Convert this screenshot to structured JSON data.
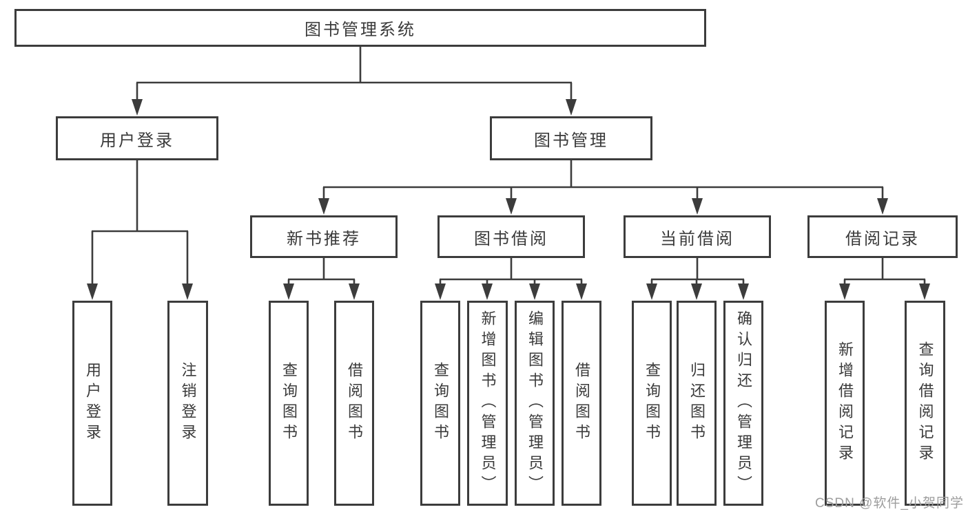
{
  "diagram": {
    "title_node": {
      "label": "图书管理系统"
    },
    "level2": [
      {
        "label": "用户登录"
      },
      {
        "label": "图书管理"
      }
    ],
    "level3": [
      {
        "label": "新书推荐"
      },
      {
        "label": "图书借阅"
      },
      {
        "label": "当前借阅"
      },
      {
        "label": "借阅记录"
      }
    ],
    "leaves": [
      {
        "label": "用户登录"
      },
      {
        "label": "注销登录"
      },
      {
        "label": "查询图书"
      },
      {
        "label": "借阅图书"
      },
      {
        "label": "查询图书"
      },
      {
        "label": "新增图书（管理员）"
      },
      {
        "label": "编辑图书（管理员）"
      },
      {
        "label": "借阅图书"
      },
      {
        "label": "查询图书"
      },
      {
        "label": "归还图书"
      },
      {
        "label": "确认归还（管理员）"
      },
      {
        "label": "新增借阅记录"
      },
      {
        "label": "查询借阅记录"
      }
    ],
    "watermark": "CSDN @软件_小贺同学",
    "colors": {
      "line": "#3c3c3c",
      "text": "#3a3a3a",
      "watermark": "#9d9d9d",
      "background": "#ffffff"
    }
  }
}
